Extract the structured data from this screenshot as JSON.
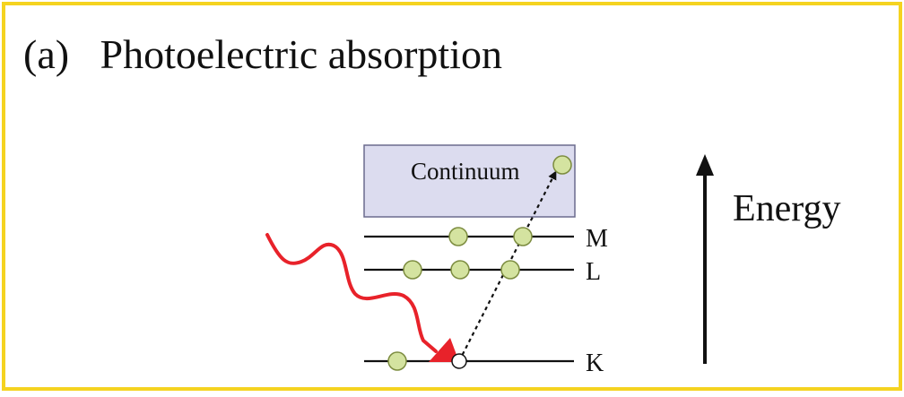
{
  "title": "(a)   Photoelectric absorption",
  "continuum_label": "Continuum",
  "energy_label": "Energy",
  "levels": [
    {
      "label": "M",
      "electrons": 2
    },
    {
      "label": "L",
      "electrons": 3
    },
    {
      "label": "K",
      "electrons": 1,
      "vacancies": 1
    }
  ],
  "colors": {
    "frame": "#f5d320",
    "continuum_fill": "#dcdcef",
    "continuum_stroke": "#6b6b8e",
    "electron": "#d4e3a0",
    "electron_stroke": "#7c8c3f",
    "photon": "#e8222a",
    "line": "#111111"
  }
}
